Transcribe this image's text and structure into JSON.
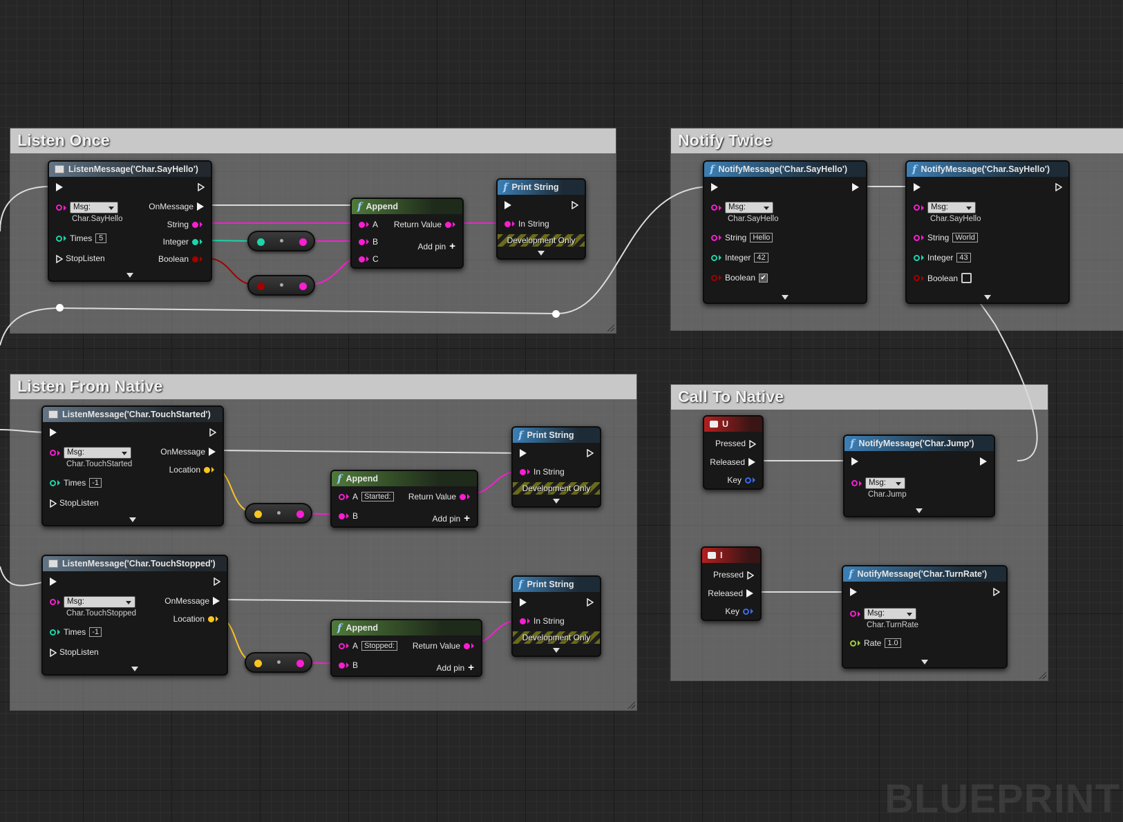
{
  "comments": {
    "listen_once": "Listen Once",
    "notify_twice": "Notify Twice",
    "listen_native": "Listen From Native",
    "call_native": "Call To Native"
  },
  "common": {
    "msg": "Msg:",
    "on_message": "OnMessage",
    "times": "Times",
    "stop_listen": "StopListen",
    "location": "Location",
    "string": "String",
    "integer": "Integer",
    "boolean": "Boolean",
    "append": "Append",
    "return_value": "Return Value",
    "add_pin": "Add pin",
    "print_string": "Print String",
    "in_string": "In String",
    "dev_only": "Development Only",
    "pressed": "Pressed",
    "released": "Released",
    "key": "Key",
    "a": "A",
    "b": "B",
    "c": "C"
  },
  "listen_hello": {
    "title": "ListenMessage('Char.SayHello')",
    "channel": "Char.SayHello",
    "times": "5"
  },
  "listen_started": {
    "title": "ListenMessage('Char.TouchStarted')",
    "channel": "Char.TouchStarted",
    "times": "-1"
  },
  "listen_stopped": {
    "title": "ListenMessage('Char.TouchStopped')",
    "channel": "Char.TouchStopped",
    "times": "-1"
  },
  "append_started": {
    "a_value": "Started:"
  },
  "append_stopped": {
    "a_value": "Stopped:"
  },
  "notify1": {
    "title": "NotifyMessage('Char.SayHello')",
    "channel": "Char.SayHello",
    "string": "Hello",
    "integer": "42",
    "boolean": true
  },
  "notify2": {
    "title": "NotifyMessage('Char.SayHello')",
    "channel": "Char.SayHello",
    "string": "World",
    "integer": "43",
    "boolean": false
  },
  "key_u": {
    "title": "U"
  },
  "key_i": {
    "title": "I"
  },
  "notify_jump": {
    "title": "NotifyMessage('Char.Jump')",
    "channel": "Char.Jump"
  },
  "notify_turn": {
    "title": "NotifyMessage('Char.TurnRate')",
    "channel": "Char.TurnRate",
    "rate_label": "Rate",
    "rate": "1.0"
  },
  "checkmark": "✔",
  "watermark": "BLUEPRINT",
  "colors": {
    "exec": "#ffffff",
    "string": "#f81ed1",
    "integer": "#1dd5a9",
    "boolean": "#a40000",
    "struct": "#fbc51f",
    "float": "#9cd13b",
    "key": "#3c6cf0"
  }
}
